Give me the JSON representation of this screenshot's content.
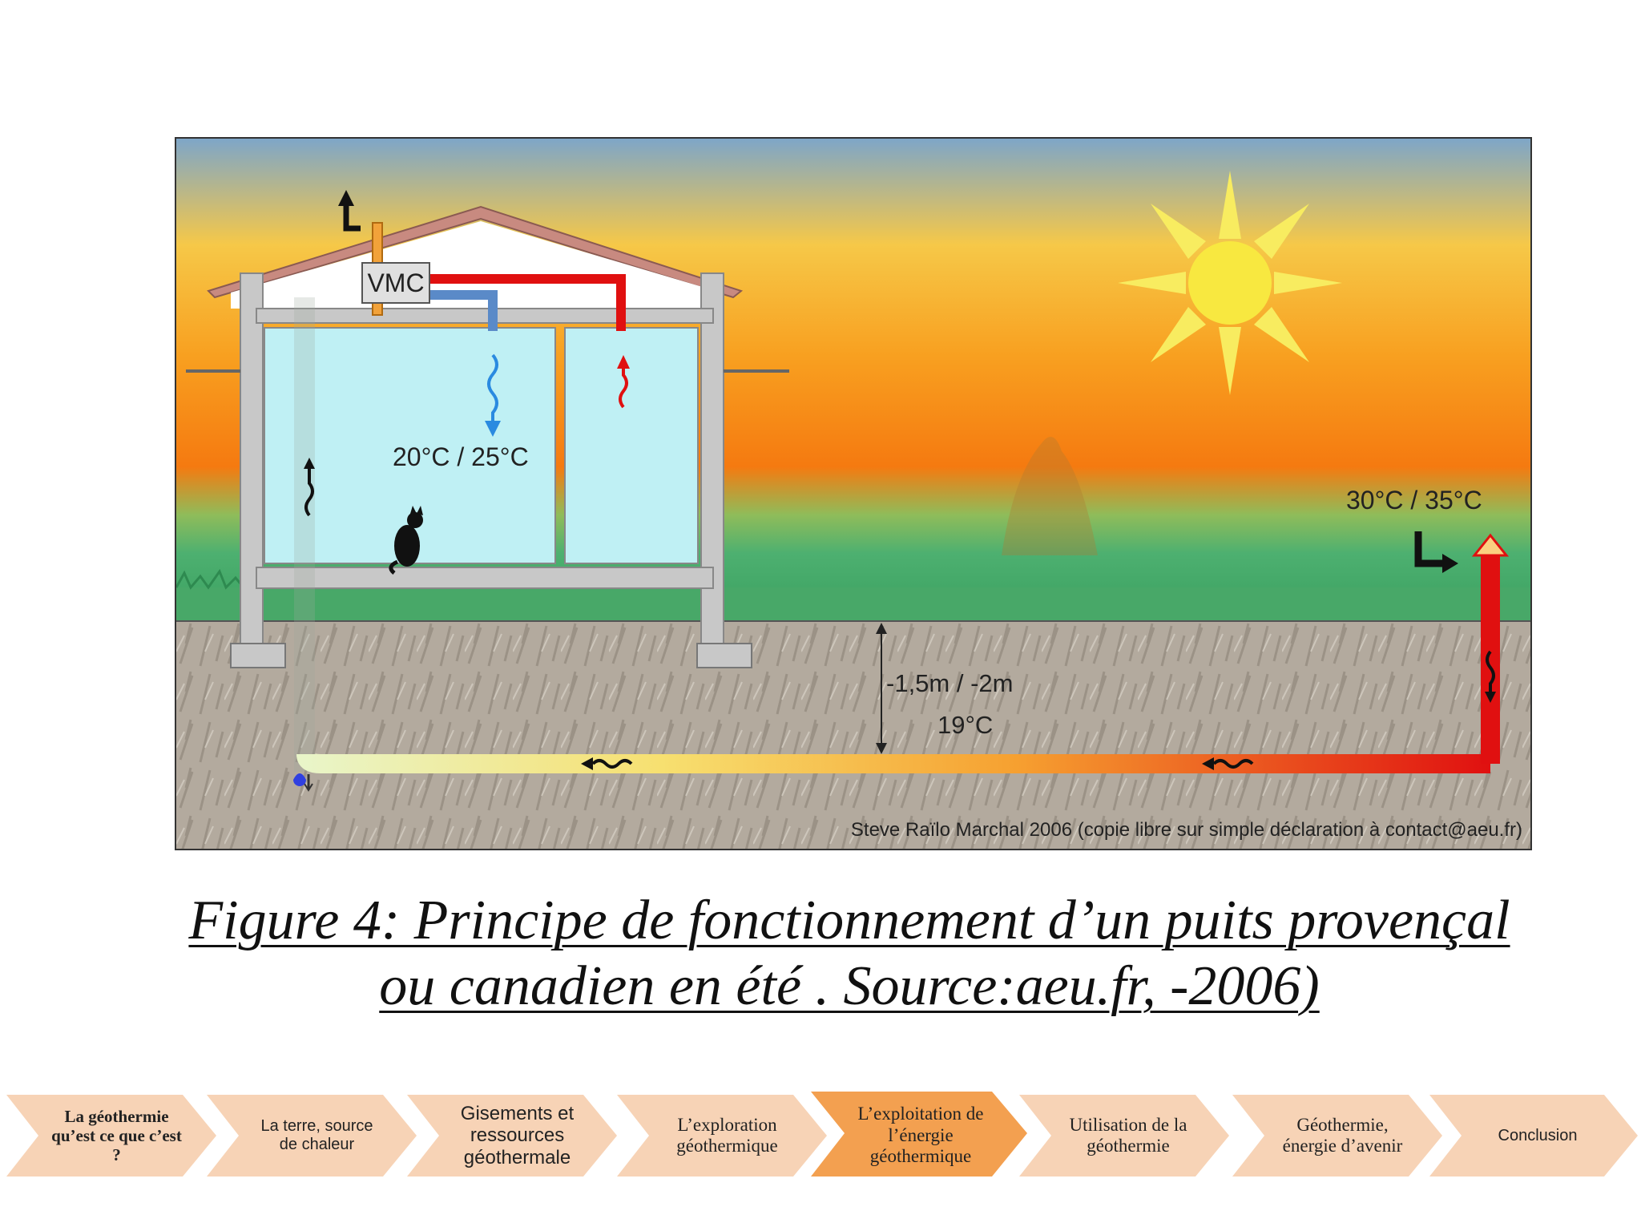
{
  "diagram": {
    "vmc_label": "VMC",
    "indoor_temp": "20°C / 25°C",
    "outdoor_temp": "30°C / 35°C",
    "depth_label": "-1,5m / -2m",
    "ground_temp": "19°C",
    "credit": "Steve Raïlo Marchal 2006 (copie libre sur simple déclaration à contact@aeu.fr)",
    "colors": {
      "hot_pipe": "#e01010",
      "cool_pipe": "#5a8ac8",
      "extract_pipe": "#f2a23a",
      "room": "#bff0f4"
    }
  },
  "caption": {
    "line1": "Figure  4: Principe de fonctionnement d’un puits provençal",
    "line2": "ou canadien en été . Source:aeu.fr, -2006)"
  },
  "nav": [
    {
      "label": "La géothermie qu’est ce que c’est ?",
      "active": false
    },
    {
      "label": "La terre, source de chaleur",
      "active": false
    },
    {
      "label": "Gisements et ressources géothermale",
      "active": false
    },
    {
      "label": "L’exploration géothermique",
      "active": false
    },
    {
      "label": "L’exploitation de l’énergie géothermique",
      "active": true
    },
    {
      "label": "Utilisation de la géothermie",
      "active": false
    },
    {
      "label": "Géothermie, énergie d’avenir",
      "active": false
    },
    {
      "label": "Conclusion",
      "active": false
    }
  ]
}
